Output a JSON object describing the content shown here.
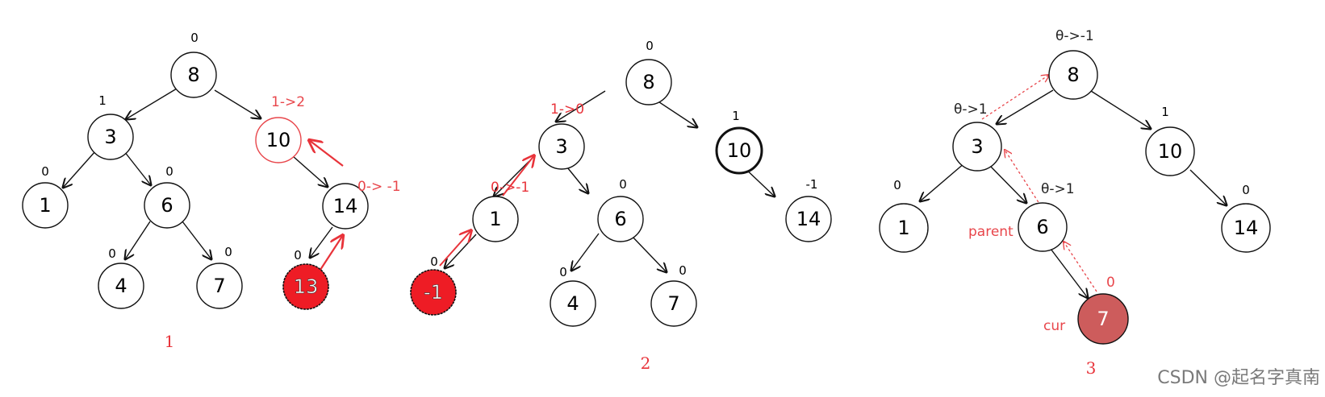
{
  "diagrams": [
    {
      "caption": "1",
      "nodes": [
        {
          "id": "n8",
          "label": "8",
          "bf": "0",
          "style": "normal"
        },
        {
          "id": "n3",
          "label": "3",
          "bf": "1",
          "style": "normal"
        },
        {
          "id": "n10",
          "label": "10",
          "bf": "1->2",
          "style": "red-outline"
        },
        {
          "id": "n1",
          "label": "1",
          "bf": "0",
          "style": "normal"
        },
        {
          "id": "n6",
          "label": "6",
          "bf": "0",
          "style": "normal"
        },
        {
          "id": "n14",
          "label": "14",
          "bf": "0->  -1",
          "style": "normal"
        },
        {
          "id": "n4",
          "label": "4",
          "bf": "0",
          "style": "normal"
        },
        {
          "id": "n7",
          "label": "7",
          "bf": "0",
          "style": "normal"
        },
        {
          "id": "n13",
          "label": "13",
          "bf": "0",
          "style": "red-fill"
        }
      ],
      "edges": [
        [
          "n8",
          "n3"
        ],
        [
          "n8",
          "n10"
        ],
        [
          "n3",
          "n1"
        ],
        [
          "n3",
          "n6"
        ],
        [
          "n6",
          "n4"
        ],
        [
          "n6",
          "n7"
        ],
        [
          "n10",
          "n14"
        ],
        [
          "n14",
          "n13"
        ]
      ]
    },
    {
      "caption": "2",
      "nodes": [
        {
          "id": "m8",
          "label": "8",
          "bf": "0",
          "style": "normal"
        },
        {
          "id": "m3",
          "label": "3",
          "bf": "1->0",
          "style": "normal"
        },
        {
          "id": "m10",
          "label": "10",
          "bf": "1",
          "style": "bold"
        },
        {
          "id": "m1",
          "label": "1",
          "bf": "0->-1",
          "style": "normal"
        },
        {
          "id": "m6",
          "label": "6",
          "bf": "0",
          "style": "normal"
        },
        {
          "id": "m14",
          "label": "14",
          "bf": "-1",
          "style": "normal"
        },
        {
          "id": "m-1",
          "label": "-1",
          "bf": "0",
          "style": "red-fill"
        },
        {
          "id": "m4",
          "label": "4",
          "bf": "0",
          "style": "normal"
        },
        {
          "id": "m7",
          "label": "7",
          "bf": "0",
          "style": "normal"
        }
      ],
      "edges": [
        [
          "m8",
          "m3"
        ],
        [
          "m8",
          "m10"
        ],
        [
          "m3",
          "m1"
        ],
        [
          "m3",
          "m6"
        ],
        [
          "m10",
          "m14"
        ],
        [
          "m1",
          "m-1"
        ],
        [
          "m6",
          "m4"
        ],
        [
          "m6",
          "m7"
        ]
      ]
    },
    {
      "caption": "3",
      "nodes": [
        {
          "id": "k8",
          "label": "8",
          "bf": "θ->-1",
          "style": "normal"
        },
        {
          "id": "k3",
          "label": "3",
          "bf": "θ->1",
          "style": "normal"
        },
        {
          "id": "k10",
          "label": "10",
          "bf": "1",
          "style": "normal"
        },
        {
          "id": "k1",
          "label": "1",
          "bf": "0",
          "style": "normal"
        },
        {
          "id": "k6",
          "label": "6",
          "bf": "θ->1",
          "style": "normal"
        },
        {
          "id": "k14",
          "label": "14",
          "bf": "0",
          "style": "normal"
        },
        {
          "id": "k7",
          "label": "7",
          "bf": "0",
          "style": "muted-red-fill"
        }
      ],
      "edges": [
        [
          "k8",
          "k3"
        ],
        [
          "k8",
          "k10"
        ],
        [
          "k3",
          "k1"
        ],
        [
          "k3",
          "k6"
        ],
        [
          "k10",
          "k14"
        ],
        [
          "k6",
          "k7"
        ]
      ],
      "labels": {
        "parent": "parent",
        "cur": "cur"
      }
    }
  ],
  "watermark": "CSDN @起名字真南",
  "colors": {
    "stroke": "#111111",
    "red": "#e8333a",
    "red_fill": "#ee1c25",
    "muted_red": "#cd5c5c",
    "anno_red": "#e8464b",
    "bf": "#222222",
    "watermark": "#7a7a7a"
  }
}
